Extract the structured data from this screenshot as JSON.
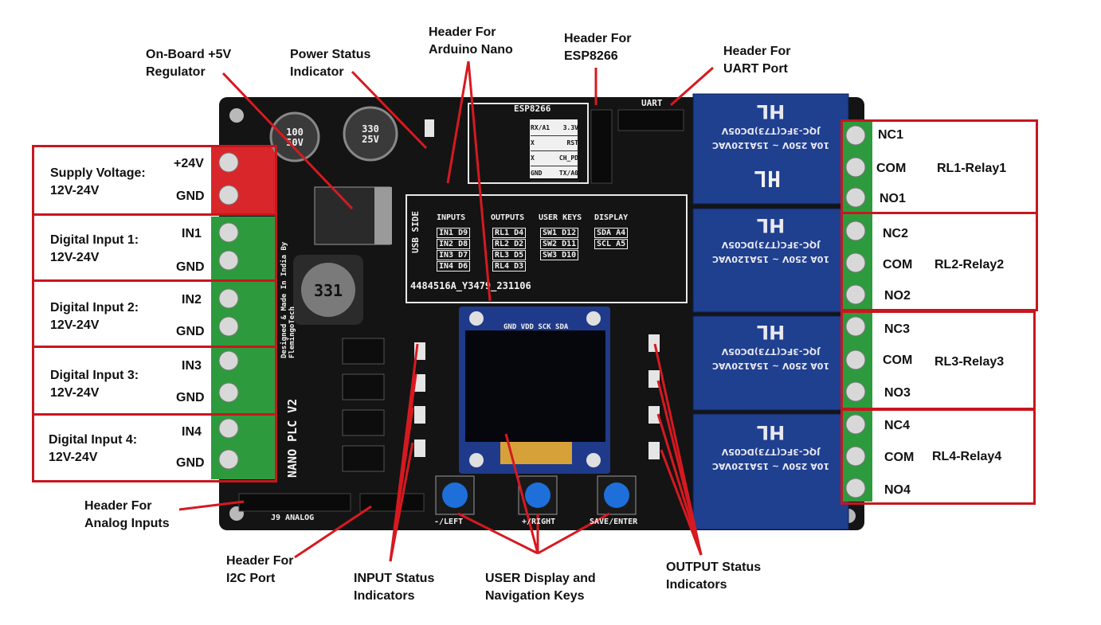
{
  "colors": {
    "callout_line": "#d71920",
    "box_border": "#c8161e",
    "pcb": "#151515",
    "terminal_red": "#d9262a",
    "terminal_green": "#2e9a3e",
    "relay_blue": "#1f3f8f",
    "oled_blue": "#1f3a8a",
    "button_blue": "#1e6fd9"
  },
  "callouts": {
    "regulator": "On-Board +5V\nRegulator",
    "power_status": "Power Status\nIndicator",
    "arduino_header": "Header For\nArduino Nano",
    "esp_header": "Header For\nESP8266",
    "uart_header": "Header For\nUART Port",
    "analog_header": "Header For\nAnalog Inputs",
    "i2c_header": "Header For\nI2C Port",
    "input_status": "INPUT Status\nIndicators",
    "user_keys": "USER Display and\nNavigation Keys",
    "output_status": "OUTPUT Status\nIndicators"
  },
  "left_boxes": [
    {
      "title": "Supply Voltage:\n12V-24V",
      "top": "+24V",
      "bottom": "GND"
    },
    {
      "title": "Digital Input 1:\n12V-24V",
      "top": "IN1",
      "bottom": "GND"
    },
    {
      "title": "Digital Input 2:\n12V-24V",
      "top": "IN2",
      "bottom": "GND"
    },
    {
      "title": "Digital Input 3:\n12V-24V",
      "top": "IN3",
      "bottom": "GND"
    },
    {
      "title": "Digital Input 4:\n12V-24V",
      "top": "IN4",
      "bottom": "GND"
    }
  ],
  "right_boxes": [
    {
      "nc": "NC1",
      "com": "COM",
      "no": "NO1",
      "name": "RL1-Relay1"
    },
    {
      "nc": "NC2",
      "com": "COM",
      "no": "NO2",
      "name": "RL2-Relay2"
    },
    {
      "nc": "NC3",
      "com": "COM",
      "no": "NO3",
      "name": "RL3-Relay3"
    },
    {
      "nc": "NC4",
      "com": "COM",
      "no": "NO4",
      "name": "RL4-Relay4"
    }
  ],
  "pcb": {
    "esp_label": "ESP8266",
    "uart_label": "UART",
    "usb_side": "USB SIDE",
    "table_headers": [
      "INPUTS",
      "OUTPUTS",
      "USER KEYS",
      "DISPLAY"
    ],
    "inputs": [
      [
        "IN1",
        "D9"
      ],
      [
        "IN2",
        "D8"
      ],
      [
        "IN3",
        "D7"
      ],
      [
        "IN4",
        "D6"
      ]
    ],
    "outputs": [
      [
        "RL1",
        "D4"
      ],
      [
        "RL2",
        "D2"
      ],
      [
        "RL3",
        "D5"
      ],
      [
        "RL4",
        "D3"
      ]
    ],
    "user_keys": [
      [
        "SW1",
        "D12"
      ],
      [
        "SW2",
        "D11"
      ],
      [
        "SW3",
        "D10"
      ]
    ],
    "display": [
      [
        "SDA",
        "A4"
      ],
      [
        "SCL",
        "A5"
      ]
    ],
    "serial": "4484516A_Y3479_231106",
    "inductor": "331",
    "cap1": "100\n50V",
    "cap2": "330\n25V",
    "oled_pins": "GND VDD SCK SDA",
    "board_name": "NANO PLC V2",
    "board_sub": "Designed & Made In India By\nFlemingoTech",
    "analog_label": "J9  ANALOG",
    "key_labels": [
      "-/LEFT",
      "+/RIGHT",
      "SAVE/ENTER"
    ],
    "esp_pins": [
      [
        "RX/A1",
        "3.3V"
      ],
      [
        "X",
        "RST"
      ],
      [
        "X",
        "CH_PD"
      ],
      [
        "GND",
        "TX/A0"
      ]
    ],
    "relay_text": [
      "10A 250V ~ 15A120VAC",
      "JQC-3FC(T73)DC05V",
      "HL"
    ]
  }
}
